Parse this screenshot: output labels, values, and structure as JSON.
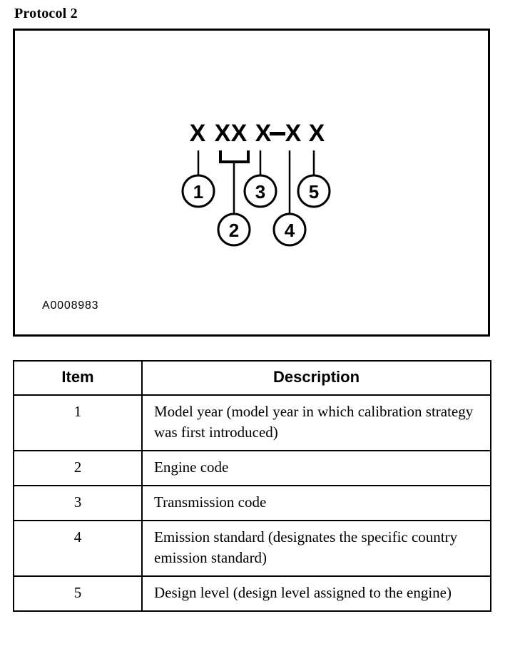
{
  "page": {
    "background_color": "#ffffff",
    "ink_color": "#000000"
  },
  "section": {
    "title": "Protocol 2"
  },
  "figure": {
    "id_label": "A0008983",
    "border_color": "#000000",
    "diagram": {
      "code_pattern": "X XX X — X X",
      "characters": [
        "X",
        "X",
        "X",
        "X",
        "X",
        "X"
      ],
      "separator": "—",
      "callouts": [
        {
          "number": "1",
          "row": "upper",
          "points_to": "character-1"
        },
        {
          "number": "2",
          "row": "lower",
          "points_to": "characters-2-3-bracket"
        },
        {
          "number": "3",
          "row": "upper",
          "points_to": "character-4"
        },
        {
          "number": "4",
          "row": "lower",
          "points_to": "character-5"
        },
        {
          "number": "5",
          "row": "upper",
          "points_to": "character-6"
        }
      ]
    }
  },
  "table": {
    "headers": {
      "item": "Item",
      "description": "Description"
    },
    "rows": [
      {
        "item": "1",
        "description": "Model year (model year in which calibration strategy was first introduced)"
      },
      {
        "item": "2",
        "description": "Engine code"
      },
      {
        "item": "3",
        "description": "Transmission code"
      },
      {
        "item": "4",
        "description": "Emission standard (designates the specific country emission standard)"
      },
      {
        "item": "5",
        "description": "Design level (design level assigned to the engine)"
      }
    ]
  }
}
